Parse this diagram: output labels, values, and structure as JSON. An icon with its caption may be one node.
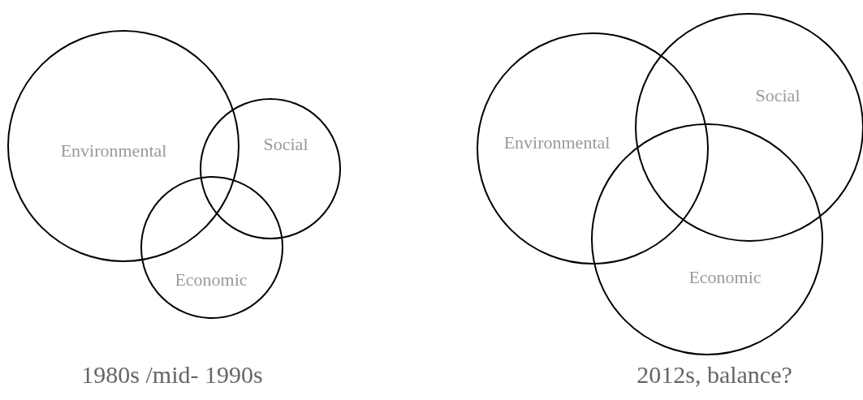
{
  "diagram": {
    "nodes": [
      {
        "text": [
          "Environmental"
        ]
      },
      {
        "text": [
          "Social"
        ]
      },
      {
        "text": [
          "Economic"
        ]
      },
      {
        "text": [
          "Environmental"
        ]
      },
      {
        "text": [
          "Social"
        ]
      },
      {
        "text": [
          "Economic"
        ]
      }
    ],
    "labels": [
      "1980s /mid- 1990s",
      "2012s, balance?"
    ]
  }
}
